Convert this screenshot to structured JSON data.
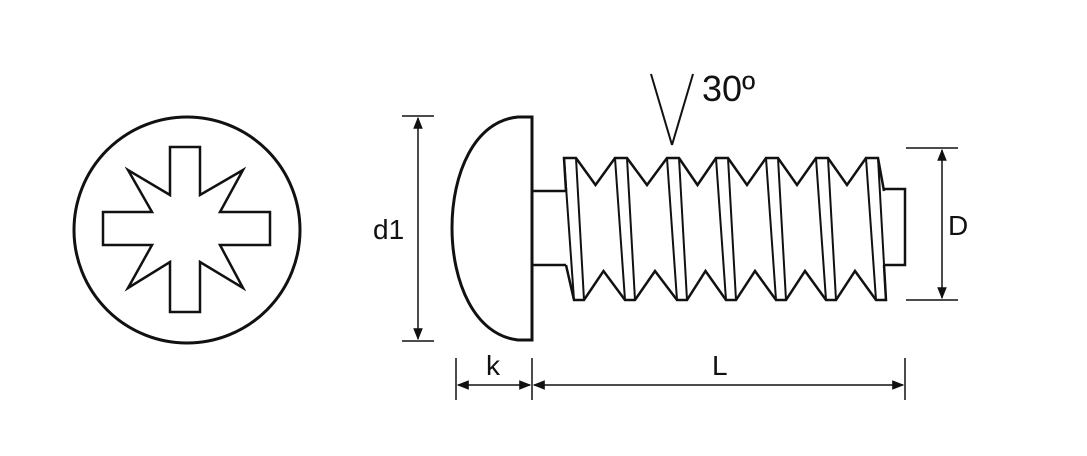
{
  "labels": {
    "d1": "d1",
    "k": "k",
    "L": "L",
    "D": "D",
    "angle": "30º"
  },
  "colors": {
    "line": "#111111",
    "background": "#ffffff"
  },
  "icons": {
    "head_top_view": "pozidriv-recess-icon"
  }
}
